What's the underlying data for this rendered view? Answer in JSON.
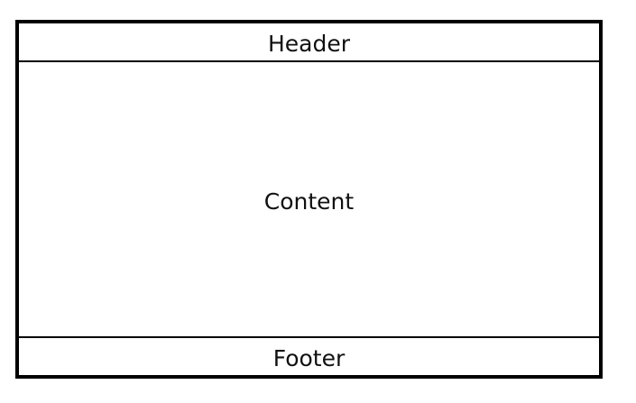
{
  "diagram": {
    "header_label": "Header",
    "content_label": "Content",
    "footer_label": "Footer"
  }
}
